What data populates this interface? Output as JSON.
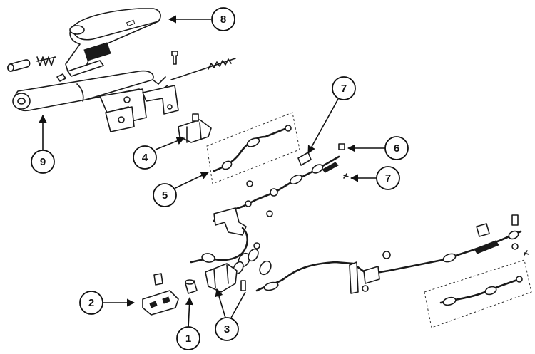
{
  "callouts": [
    {
      "id": "1",
      "label": "1"
    },
    {
      "id": "2",
      "label": "2"
    },
    {
      "id": "3",
      "label": "3"
    },
    {
      "id": "4",
      "label": "4"
    },
    {
      "id": "5",
      "label": "5"
    },
    {
      "id": "6",
      "label": "6"
    },
    {
      "id": "7a",
      "label": "7"
    },
    {
      "id": "7b",
      "label": "7"
    },
    {
      "id": "8",
      "label": "8"
    },
    {
      "id": "9",
      "label": "9"
    }
  ],
  "colors": {
    "ink": "#1a1a1a",
    "background": "#ffffff"
  }
}
